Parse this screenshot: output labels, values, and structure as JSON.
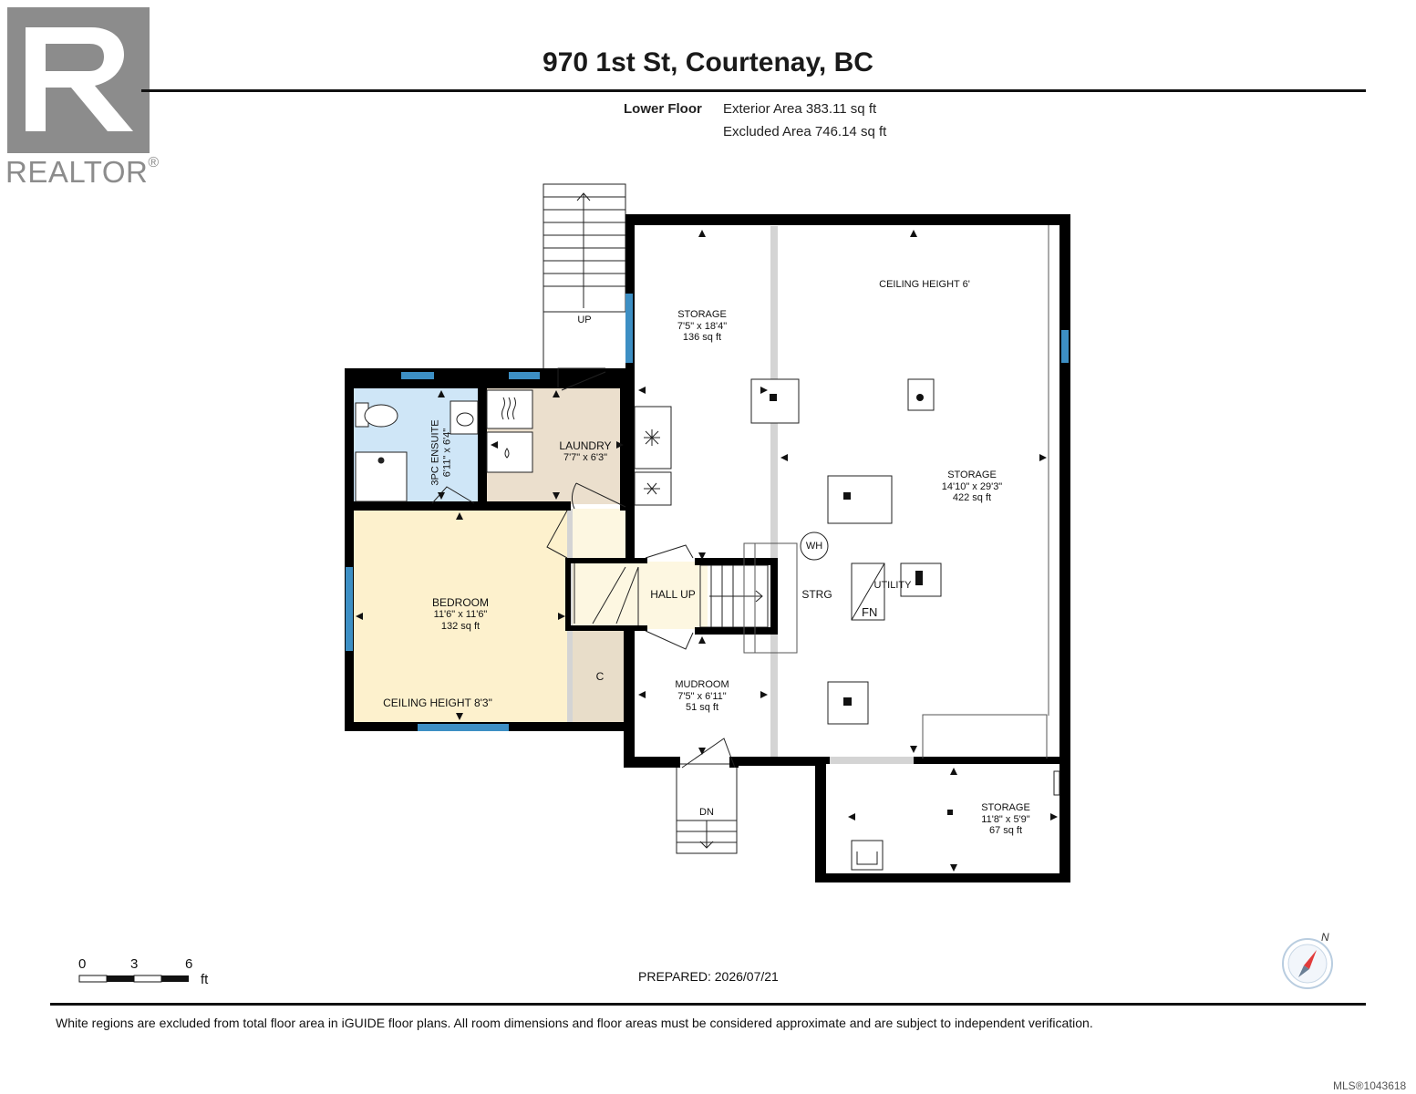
{
  "header": {
    "address": "970 1st St, Courtenay, BC",
    "floor_name": "Lower Floor",
    "exterior_area": "Exterior Area 383.11 sq ft",
    "excluded_area": "Excluded Area 746.14 sq ft"
  },
  "brand": {
    "logo_text": "REALTOR",
    "logo_mark": "®",
    "logo_color": "#8c8c8c"
  },
  "rooms": {
    "storage_top": {
      "name": "STORAGE",
      "dims": "7'5\" x 18'4\"",
      "area": "136 sq ft"
    },
    "ceiling_main": "CEILING HEIGHT 6'",
    "storage_main": {
      "name": "STORAGE",
      "dims": "14'10\" x 29'3\"",
      "area": "422 sq ft"
    },
    "ensuite": {
      "name": "3PC ENSUITE",
      "dims": "6'11\" x 6'4\""
    },
    "laundry": {
      "name": "LAUNDRY",
      "dims": "7'7\" x 6'3\""
    },
    "bedroom": {
      "name": "BEDROOM",
      "dims": "11'6\" x 11'6\"",
      "area": "132 sq ft",
      "ceiling": "CEILING HEIGHT 8'3\""
    },
    "hall": "HALL UP",
    "strg": "STRG",
    "utility": "UTILITY",
    "closet": "C",
    "mudroom": {
      "name": "MUDROOM",
      "dims": "7'5\" x 6'11\"",
      "area": "51 sq ft"
    },
    "storage_bottom": {
      "name": "STORAGE",
      "dims": "11'8\" x 5'9\"",
      "area": "67 sq ft"
    },
    "stairs_up": "UP",
    "stairs_down": "DN",
    "water_heater": "WH",
    "furnace": "FN"
  },
  "colors": {
    "wall": "#000000",
    "window": "#3d8fc4",
    "ensuite_fill": "#cfe6f7",
    "laundry_fill": "#ebdfcd",
    "bedroom_fill": "#fdf1cd",
    "hall_fill": "#fdf7e1",
    "closet_fill": "#e8ddc9"
  },
  "scale": {
    "labels": [
      "0",
      "3",
      "6"
    ],
    "unit": "ft"
  },
  "prepared": "PREPARED: 2026/07/21",
  "compass": {
    "north_label": "N"
  },
  "disclaimer": "White regions are excluded from total floor area in iGUIDE floor plans. All room dimensions and floor areas must be considered approximate and are subject to independent verification.",
  "mls": "MLS®1043618"
}
